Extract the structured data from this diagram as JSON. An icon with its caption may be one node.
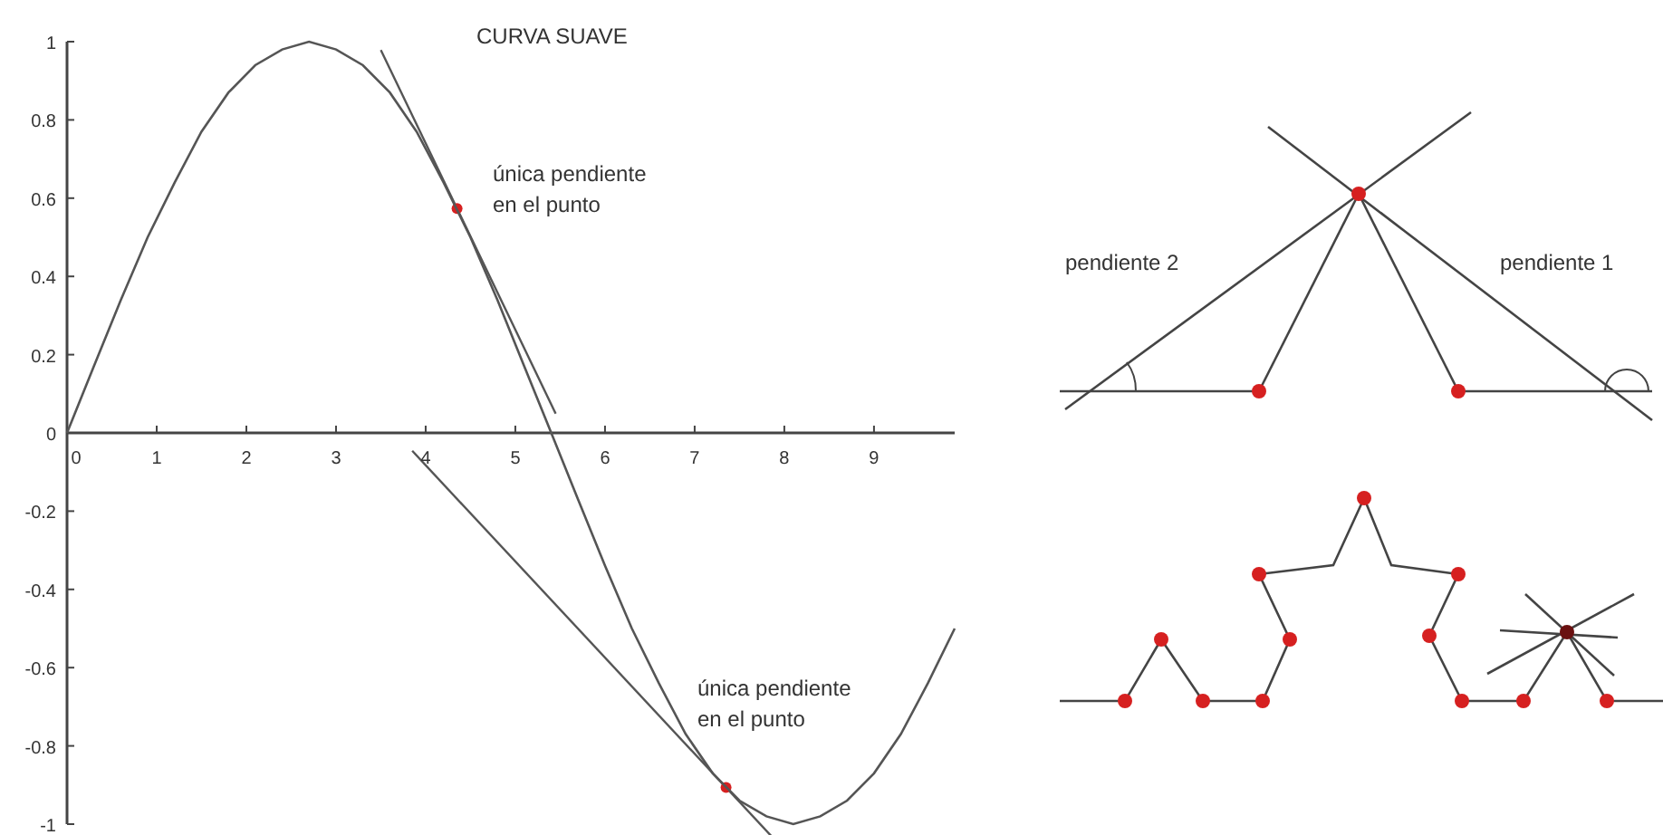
{
  "diagram": {
    "labels": [
      "única pendiente en el punto",
      "pendiente 2",
      "pendiente 1",
      "única pendiente en el punto"
    ],
    "chart_data": {
      "type": "line",
      "title": "CURVA SUAVE",
      "x": [
        0,
        0.3,
        0.6,
        0.9,
        1.2,
        1.5,
        1.8,
        2.1,
        2.4,
        2.7,
        3.0,
        3.3,
        3.6,
        3.9,
        4.2,
        4.5,
        4.8,
        5.1,
        5.4,
        5.7,
        6.0,
        6.3,
        6.6,
        6.9,
        7.2,
        7.5,
        7.8,
        8.1,
        8.4,
        8.7,
        9.0,
        9.3,
        9.6,
        9.9
      ],
      "series": [
        {
          "values": [
            0,
            0.17,
            0.34,
            0.5,
            0.64,
            0.77,
            0.87,
            0.94,
            0.98,
            1,
            0.98,
            0.94,
            0.87,
            0.77,
            0.64,
            0.5,
            0.34,
            0.17,
            0,
            -0.17,
            -0.34,
            -0.5,
            -0.64,
            -0.77,
            -0.87,
            -0.94,
            -0.98,
            -1,
            -0.98,
            -0.94,
            -0.87,
            -0.77,
            -0.64,
            -0.5
          ]
        }
      ],
      "xlim": [
        0,
        9.9
      ],
      "ylim": [
        -1,
        1
      ],
      "xticks": [
        0,
        1,
        2,
        3,
        4,
        5,
        6,
        7,
        8,
        9
      ],
      "yticks": [
        1,
        0.8,
        0.6,
        0.4,
        0.2,
        0,
        -0.2,
        -0.4,
        -0.6,
        -0.8,
        -1
      ]
    }
  }
}
